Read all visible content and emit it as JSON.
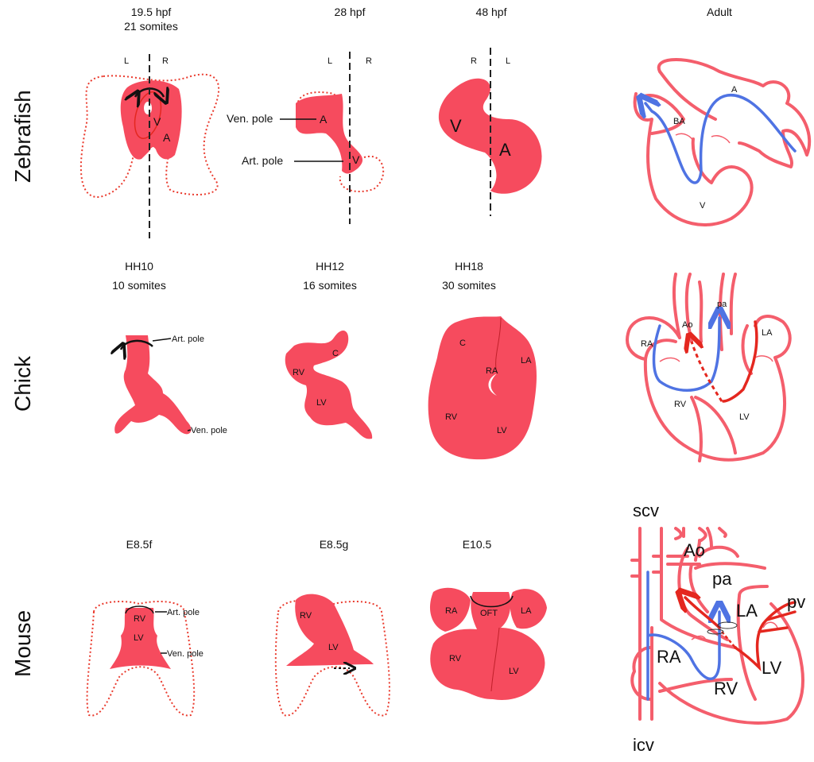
{
  "rows": {
    "zebrafish": "Zebrafish",
    "chick": "Chick",
    "mouse": "Mouse"
  },
  "zebrafish": {
    "s1": {
      "title1": "19.5 hpf",
      "title2": "21 somites",
      "left": "L",
      "right": "R",
      "v": "V",
      "a": "A"
    },
    "s2": {
      "title": "28 hpf",
      "left": "L",
      "right": "R",
      "ven_pole": "Ven. pole",
      "art_pole": "Art. pole",
      "a": "A",
      "v": "V"
    },
    "s3": {
      "title": "48 hpf",
      "left": "R",
      "right": "L",
      "v": "V",
      "a": "A"
    },
    "adult": {
      "title": "Adult",
      "a": "A",
      "ba": "BA",
      "v": "V"
    }
  },
  "chick": {
    "s1": {
      "title1": "HH10",
      "title2": "10 somites",
      "art_pole": "Art. pole",
      "ven_pole": "Ven. pole"
    },
    "s2": {
      "title1": "HH12",
      "title2": "16 somites",
      "c": "C",
      "rv": "RV",
      "lv": "LV"
    },
    "s3": {
      "title1": "HH18",
      "title2": "30 somites",
      "c": "C",
      "ra": "RA",
      "la": "LA",
      "rv": "RV",
      "lv": "LV"
    },
    "adult": {
      "pa": "pa",
      "ao": "Ao",
      "ra": "RA",
      "la": "LA",
      "rv": "RV",
      "lv": "LV"
    }
  },
  "mouse": {
    "s1": {
      "title": "E8.5f",
      "rv": "RV",
      "lv": "LV",
      "art_pole": "Art. pole",
      "ven_pole": "Ven. pole"
    },
    "s2": {
      "title": "E8.5g",
      "rv": "RV",
      "lv": "LV"
    },
    "s3": {
      "title": "E10.5",
      "ra": "RA",
      "oft": "OFT",
      "la": "LA",
      "rv": "RV",
      "lv": "LV"
    },
    "adult": {
      "scv": "scv",
      "ao": "Ao",
      "pa": "pa",
      "la": "LA",
      "pv": "pv",
      "ra": "RA",
      "rv": "RV",
      "lv": "LV",
      "icv": "icv"
    }
  },
  "colors": {
    "tissue": "#f64b5e",
    "outline": "#f45e6c",
    "deoxygenated": "#4f73e3",
    "oxygenated": "#e4271f"
  }
}
